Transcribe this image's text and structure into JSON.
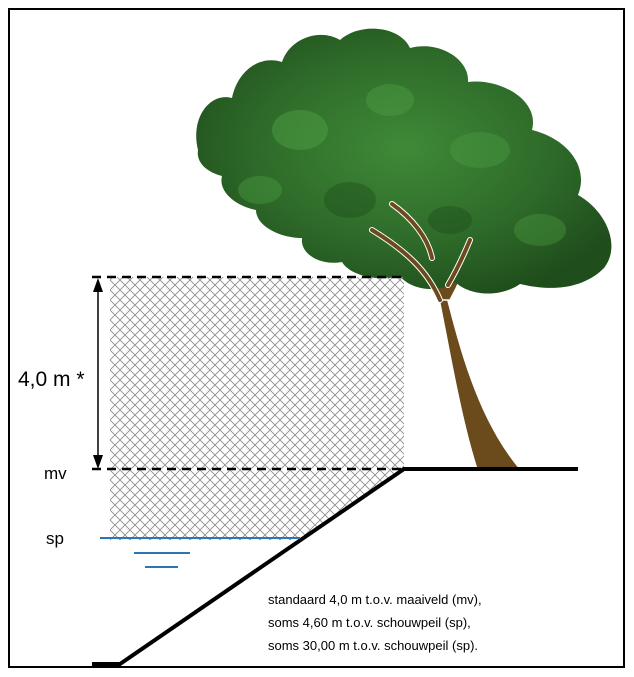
{
  "labels": {
    "height": "4,0 m *",
    "mv": "mv",
    "sp": "sp"
  },
  "note": [
    "standaard 4,0 m t.o.v. maaiveld (mv),",
    "soms 4,60 m t.o.v. schouwpeil (sp),",
    "soms 30,00 m t.o.v. schouwpeil (sp)."
  ],
  "colors": {
    "water": "#2e75b6",
    "foliage": "#2f6b2a",
    "trunk": "#6b4a1c",
    "hatch": "#8a8a8a"
  },
  "icons": {
    "tree": "tree-icon",
    "water_level": "water-level-icon"
  }
}
